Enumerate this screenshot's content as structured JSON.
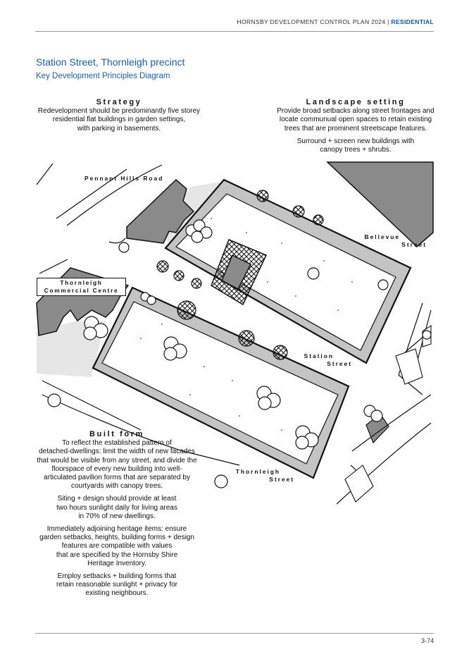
{
  "header": {
    "doc_title": "HORNSBY DEVELOPMENT CONTROL PLAN 2024",
    "separator": " | ",
    "section": "RESIDENTIAL"
  },
  "title": "Station Street, Thornleigh precinct",
  "subtitle": "Key Development Principles Diagram",
  "strategy": {
    "heading": "Strategy",
    "lines": [
      "Redevelopment should be predominantly five storey",
      "residential flat buildings in garden settings,",
      "with parking in basements."
    ]
  },
  "landscape": {
    "heading": "Landscape setting",
    "para1": [
      "Provide broad setbacks along street frontages and",
      "locate communual open spaces to retain existing",
      "trees that are prominent streetscape features."
    ],
    "para2": [
      "Surround + screen new buildings with",
      "canopy trees + shrubs."
    ]
  },
  "built_form": {
    "heading": "Built form",
    "para1": [
      "To reflect the established pattern of",
      "detached-dwellings:  limit the width of new facades",
      "that would be visible from any street, and divide the",
      "floorspace of every new building into well-",
      "articulated pavilion forms that are separated by",
      "courtyards with canopy trees."
    ],
    "para2": [
      "Siting + design should provide at least",
      "two hours sunlight daily for living areas",
      "in 70% of new dwellings."
    ],
    "para3": [
      "Immediately adjoining heritage items:  ensure",
      "garden setbacks, heights, building forms + design",
      "features are compatible with values",
      "that are specified by the Hornsby Shire",
      "Heritage Inventory."
    ],
    "para4": [
      "Employ setbacks + building forms that",
      "retain reasonable sunlight + privacy for",
      "existing neighbours."
    ]
  },
  "map_labels": {
    "pennant_hills": "Pennant Hills Road",
    "bellevue_1": "Bellevue",
    "bellevue_2": "Street",
    "station_1": "Station",
    "station_2": "Street",
    "thornleigh_1": "Thornleigh",
    "thornleigh_2": "Street",
    "commercial_1": "Thornleigh",
    "commercial_2": "Commercial Centre"
  },
  "footer": {
    "page_number": "3-74"
  }
}
